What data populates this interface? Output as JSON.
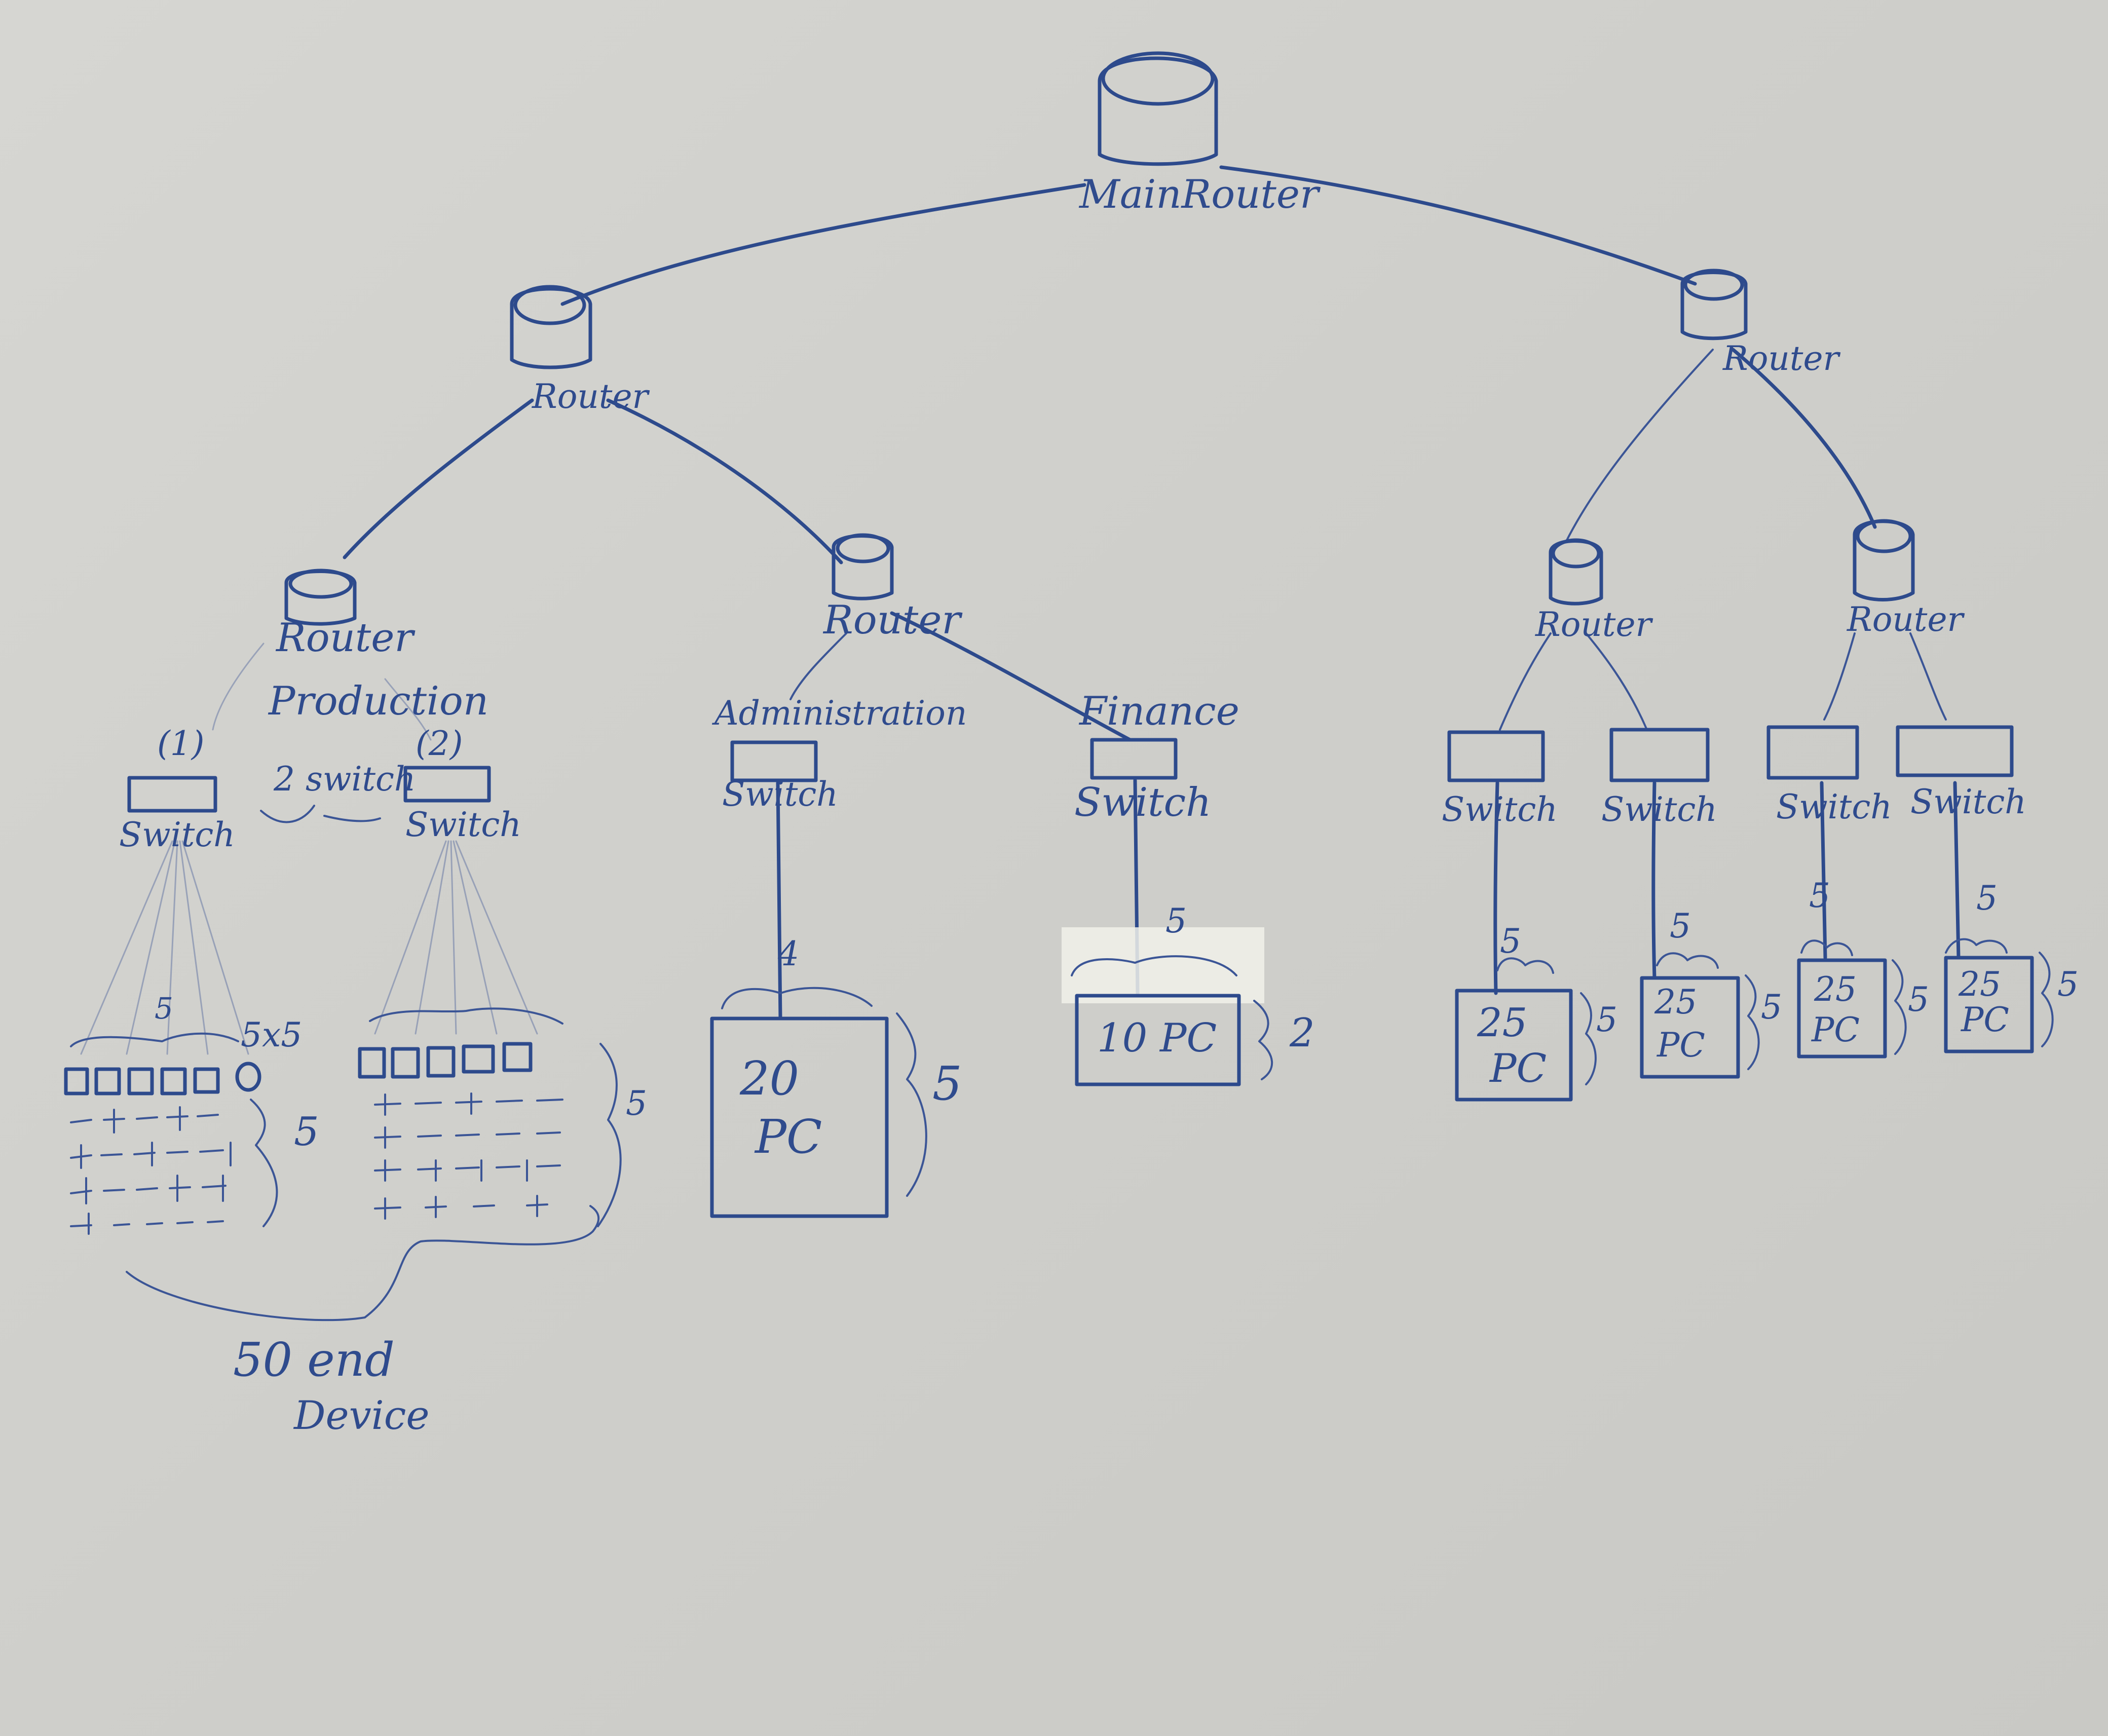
{
  "labels": {
    "main_router": "MainRouter",
    "router_left": "Router",
    "router_right": "Router",
    "router_production": "Router",
    "router_mid": "Router",
    "router_r1": "Router",
    "router_r2": "Router",
    "production": "Production",
    "two_switch": "2 switch",
    "switch_1_num": "(1)",
    "switch_2_num": "(2)",
    "switch_1": "Switch",
    "switch_2": "Switch",
    "administration": "Administration",
    "finance": "Finance",
    "switch_admin": "Switch",
    "switch_finance": "Switch",
    "switch_r1a": "Switch",
    "switch_r1b": "Switch",
    "switch_r2a": "Switch",
    "switch_r2b": "Switch",
    "grid_1_top": "5x5",
    "grid_1_side": "5",
    "grid_2_side": "5",
    "grid_1_brace_top": "5",
    "end_device_count": "50 end",
    "end_device_word": "Device",
    "admin_top": "4",
    "admin_pc_count": "20",
    "admin_pc_word": "PC",
    "admin_side": "5",
    "finance_top": "5",
    "finance_pc": "10 PC",
    "finance_side": "2",
    "pc_r1a_top": "5",
    "pc_r1a_count": "25",
    "pc_r1a_word": "PC",
    "pc_r1a_side": "5",
    "pc_r1b_top": "5",
    "pc_r1b_count": "25",
    "pc_r1b_word": "PC",
    "pc_r1b_side": "5",
    "pc_r2a_top": "5",
    "pc_r2a_count": "25",
    "pc_r2a_word": "PC",
    "pc_r2a_side": "5",
    "pc_r2b_top": "5",
    "pc_r2b_count": "25",
    "pc_r2b_word": "PC",
    "pc_r2b_side": "5"
  },
  "colors": {
    "ink": "#2d4a8c",
    "paper": "#d3d3cf"
  },
  "icons": {
    "router": "router-cylinder-icon",
    "switch": "switch-rectangle-icon",
    "pc": "pc-square-icon"
  }
}
